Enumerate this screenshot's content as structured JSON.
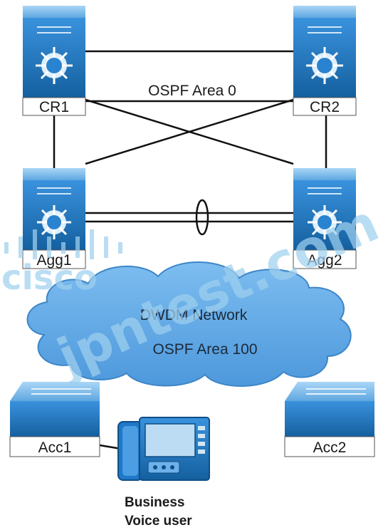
{
  "title": "",
  "areas": {
    "backbone": "OSPF Area 0",
    "distribution": "OSPF Area 100"
  },
  "cloud": {
    "label": "DWDM Network"
  },
  "devices": {
    "cr1": "CR1",
    "cr2": "CR2",
    "agg1": "Agg1",
    "agg2": "Agg2",
    "acc1": "Acc1",
    "acc2": "Acc2"
  },
  "endpoint": {
    "line1": "Business",
    "line2": "Voice user"
  },
  "watermark": {
    "site": "jpntest.com",
    "brand": "cisco"
  },
  "colors": {
    "device_top": "#8fc4ef",
    "device_body": "#1f78c8",
    "cloud": "#5ea9e8",
    "link": "#111111",
    "watermark": "#9fd0ef"
  }
}
